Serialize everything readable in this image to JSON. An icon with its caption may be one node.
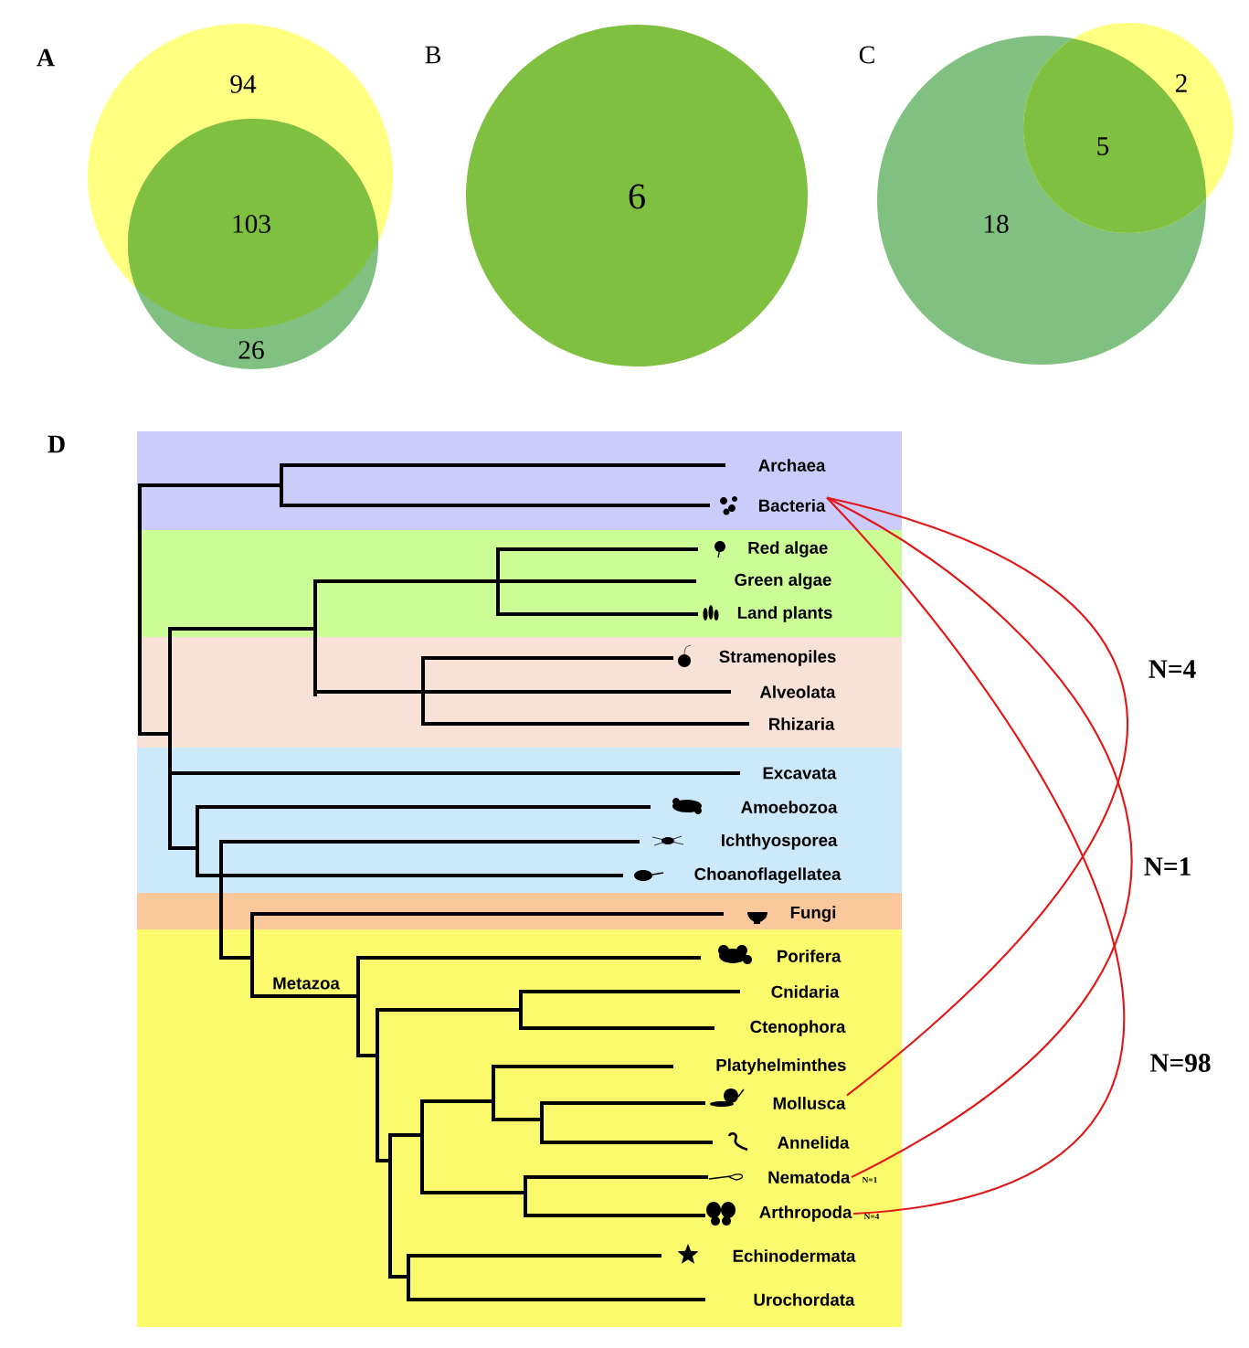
{
  "diagram": {
    "nodes": [
      {
        "text": [
          "94"
        ]
      },
      {
        "text": [
          "103",
          "26"
        ]
      },
      {
        "text": [
          "6"
        ]
      },
      {
        "text": [
          "18"
        ]
      },
      {
        "text": [
          "2",
          "5"
        ]
      },
      {
        "text": [
          "Archaea"
        ]
      },
      {
        "text": [
          "Bacteria"
        ]
      },
      {
        "text": [
          "Red algae"
        ]
      },
      {
        "text": [
          "Green algae"
        ]
      },
      {
        "text": [
          "Land plants"
        ]
      },
      {
        "text": [
          "Stramenopiles"
        ]
      },
      {
        "text": [
          "Alveolata"
        ]
      },
      {
        "text": [
          "Rhizaria"
        ]
      },
      {
        "text": [
          "Excavata"
        ]
      },
      {
        "text": [
          "Amoebozoa"
        ]
      },
      {
        "text": [
          "Ichthyosporea"
        ]
      },
      {
        "text": [
          "Choanoflagellatea"
        ]
      },
      {
        "text": [
          "Fungi"
        ]
      },
      {
        "text": [
          "Porifera"
        ]
      },
      {
        "text": [
          "Cnidaria"
        ]
      },
      {
        "text": [
          "Ctenophora"
        ]
      },
      {
        "text": [
          "Platyhelminthes"
        ]
      },
      {
        "text": [
          "Mollusca"
        ]
      },
      {
        "text": [
          "Annelida"
        ]
      },
      {
        "text": [
          "Nematoda"
        ],
        "beside": [
          "N=1"
        ]
      },
      {
        "text": [
          "Arthropoda"
        ],
        "beside": [
          "N=4"
        ]
      },
      {
        "text": [
          "Echinodermata"
        ]
      },
      {
        "text": [
          "Urochordata"
        ]
      }
    ],
    "edges": [
      {
        "from": 6,
        "to": 22,
        "arrow": "none",
        "label": "N=4"
      },
      {
        "from": 6,
        "to": 24,
        "arrow": "none",
        "label": "N=1"
      },
      {
        "from": 6,
        "to": 25,
        "arrow": "none",
        "label": "N=98"
      }
    ],
    "labels": [
      "A",
      "B",
      "C",
      "D",
      "Metazoa"
    ]
  }
}
